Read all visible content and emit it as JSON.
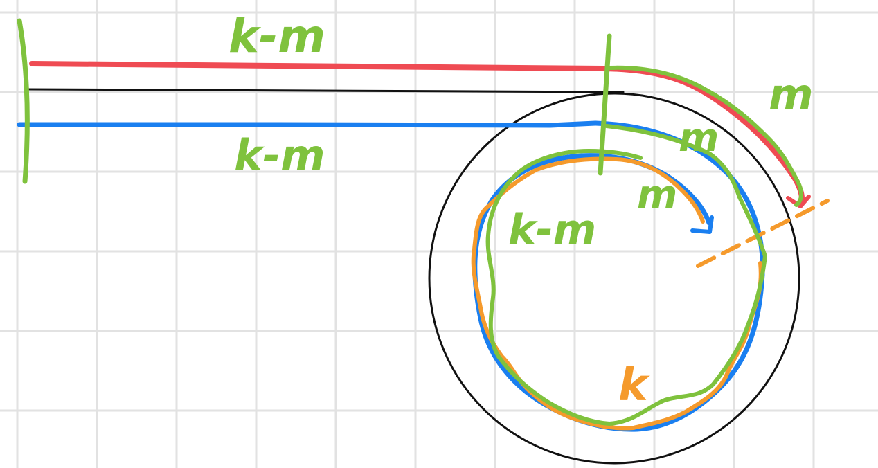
{
  "colors": {
    "grid": "#e2e2e2",
    "black": "#111111",
    "red": "#ef4b53",
    "blue": "#1a7ff0",
    "green": "#7fc23d",
    "orange": "#f59a2c"
  },
  "labels": {
    "top_segment": "k-m",
    "bottom_segment": "k-m",
    "red_arc": "m",
    "green_outer_arc": "m",
    "blue_arrow": "m",
    "inner_loop": "k-m",
    "orange_cycle": "k"
  }
}
